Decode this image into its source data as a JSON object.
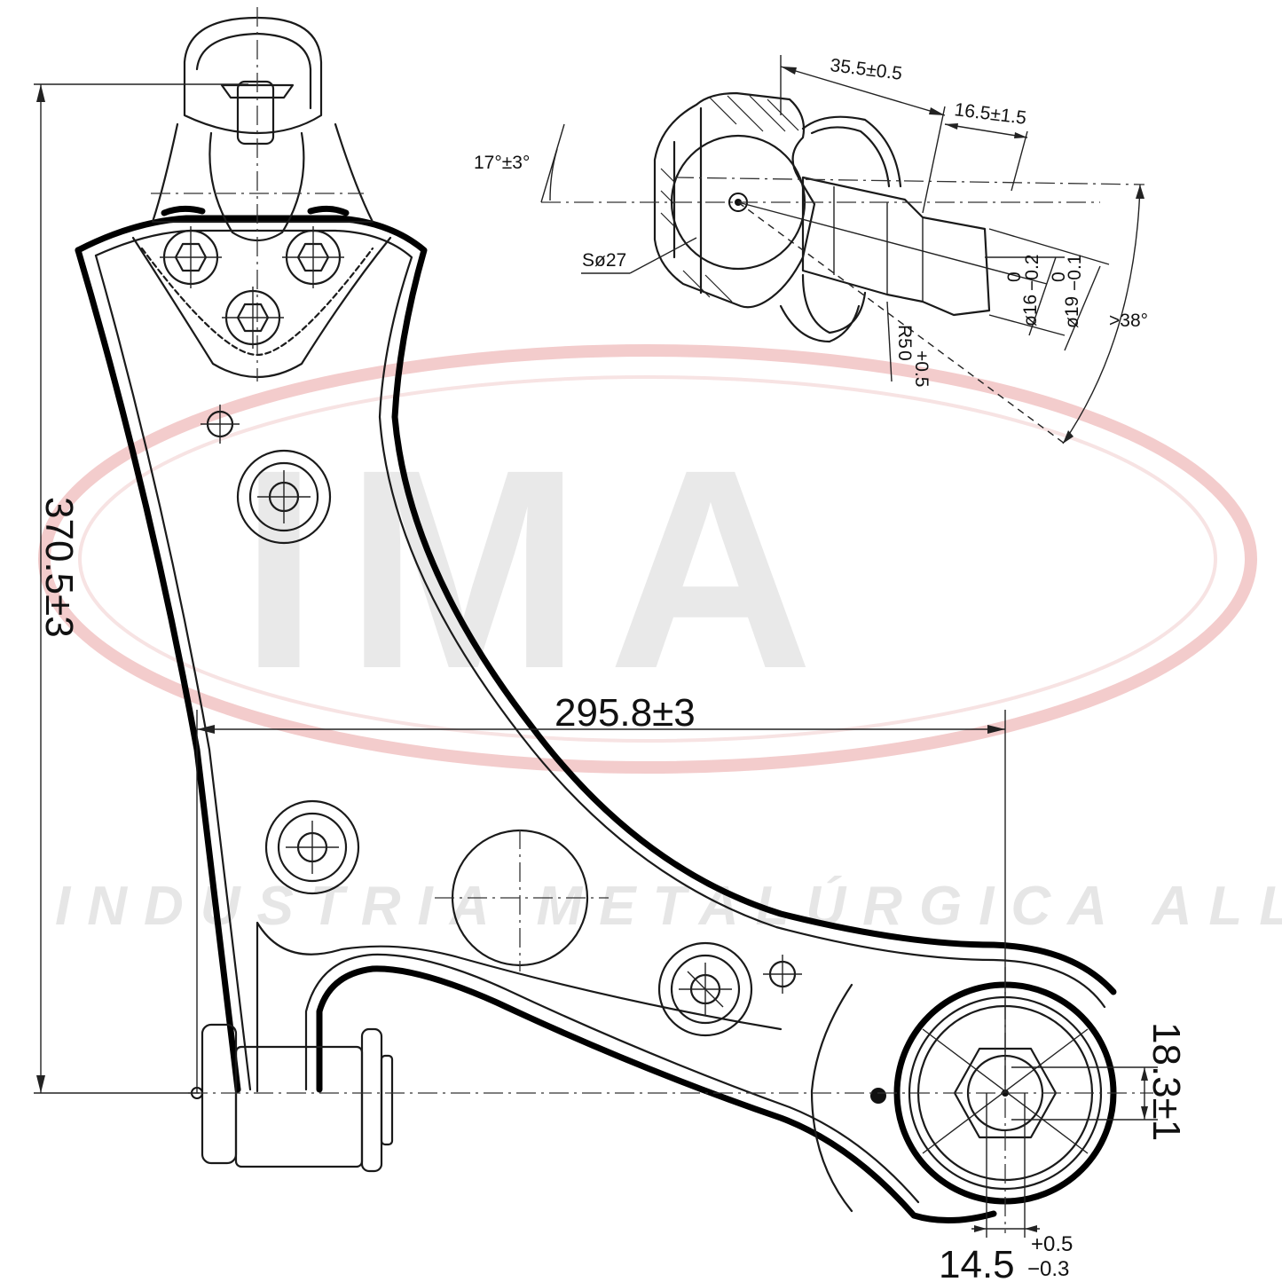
{
  "watermark": {
    "logo": "IMA",
    "subtitle": "INDUSTRIA METALÚRGICA ALLI",
    "ring_color": "#f3cccc",
    "text_color": "#e8e8e8"
  },
  "dimensions": {
    "height": "370.5±3",
    "width": "295.8±3",
    "bushing_offset": "18.3±1",
    "bore_main": "14.5",
    "bore_tol_plus": "+0.5",
    "bore_tol_minus": "−0.3"
  },
  "ball_joint": {
    "length": "35.5±0.5",
    "stud_length": "16.5±1.5",
    "tilt": "17°±3°",
    "sphere": "Sø27",
    "dia_small": "ø16",
    "dia_small_tol_top": "0",
    "dia_small_tol_bot": "−0.2",
    "dia_large": "ø19",
    "dia_large_tol_top": "0",
    "dia_large_tol_bot": "−0.1",
    "radius": "R5",
    "radius_tol_top": "+0.5",
    "radius_tol_bot": "0",
    "angle": ">38°"
  }
}
